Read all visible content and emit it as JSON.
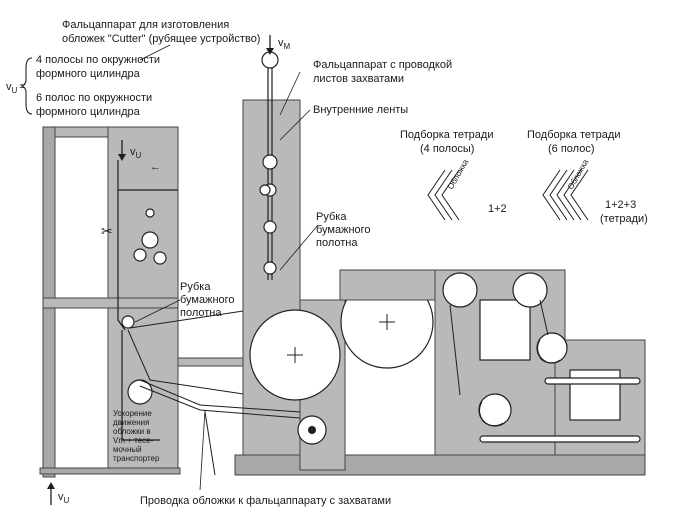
{
  "title_cutter": {
    "line1": "Фальцаппарат для изготовления",
    "line2": "обложек \"Cutter\"  (рубящее устройство)"
  },
  "vu_formula": {
    "symbol": "v",
    "subscript": "U",
    "equals": "=",
    "option1_line1": "4 полосы по окружности",
    "option1_line2": "формного цилиндра",
    "option2_line1": "6 полос по окружности",
    "option2_line2": "формного цилиндра"
  },
  "vm_label": {
    "symbol": "v",
    "subscript": "M"
  },
  "vu_inner_label": {
    "symbol": "v",
    "subscript": "U"
  },
  "vu_bottom_label": {
    "symbol": "v",
    "subscript": "U"
  },
  "labels": {
    "folder_grippers_line1": "Фальцаппарат с проводкой",
    "folder_grippers_line2": "листов захватами",
    "inner_ribbons": "Внутренние ленты",
    "cut_right_line1": "Рубка",
    "cut_right_line2": "бумажного",
    "cut_right_line3": "полотна",
    "cut_left_line1": "Рубка",
    "cut_left_line2": "бумажного",
    "cut_left_line3": "полотна",
    "accel_line1": "Ускорение",
    "accel_line2": "движения",
    "accel_line3": "обложки в",
    "accel_line4": "Vm + тесе-",
    "accel_line5": "мочный",
    "accel_line6": "транспортер",
    "bottom_caption": "Проводка обложки к фальцаппарату с захватами"
  },
  "gathering_4": {
    "title_line1": "Подборка тетради",
    "title_line2": "(4 полосы)",
    "cover_word": "Обложка",
    "formula": "1+2"
  },
  "gathering_6": {
    "title_line1": "Подборка тетради",
    "title_line2": "(6 полос)",
    "cover_word": "Обложка",
    "formula_line1": "1+2+3",
    "formula_line2": "(тетради)"
  },
  "symbols": {
    "scissors": "✂",
    "plus": "+",
    "arrow_left": "←"
  },
  "colors": {
    "frame_fill": "#b9b9b9",
    "frame_dark": "#a8a8a8",
    "line": "#1f1f1f",
    "background": "#ffffff"
  }
}
